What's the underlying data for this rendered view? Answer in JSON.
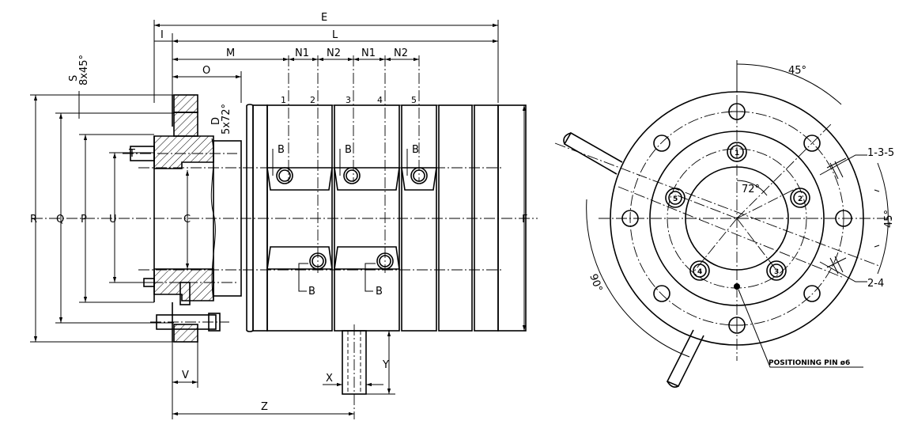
{
  "dimensions": {
    "E": "E",
    "I": "I",
    "L": "L",
    "M": "M",
    "N1": "N1",
    "N2": "N2",
    "O": "O",
    "S": "S",
    "chamfer": "8x45°",
    "D": "D",
    "holes_D": "5x72°",
    "T": "T",
    "R": "R",
    "Q": "Q",
    "P": "P",
    "U": "U",
    "C": "C",
    "F": "F",
    "V": "V",
    "X": "X",
    "Y": "Y",
    "Z": "Z",
    "B": "B"
  },
  "channels": [
    "1",
    "2",
    "3",
    "4",
    "5"
  ],
  "side_view": {
    "angle_top": "45°",
    "angle_right": "45°",
    "angle_inner": "72°",
    "angle_left": "90°",
    "group_a": "1-3-5",
    "group_b": "2-4",
    "pin_note": "POSITIONING PIN ø6"
  }
}
